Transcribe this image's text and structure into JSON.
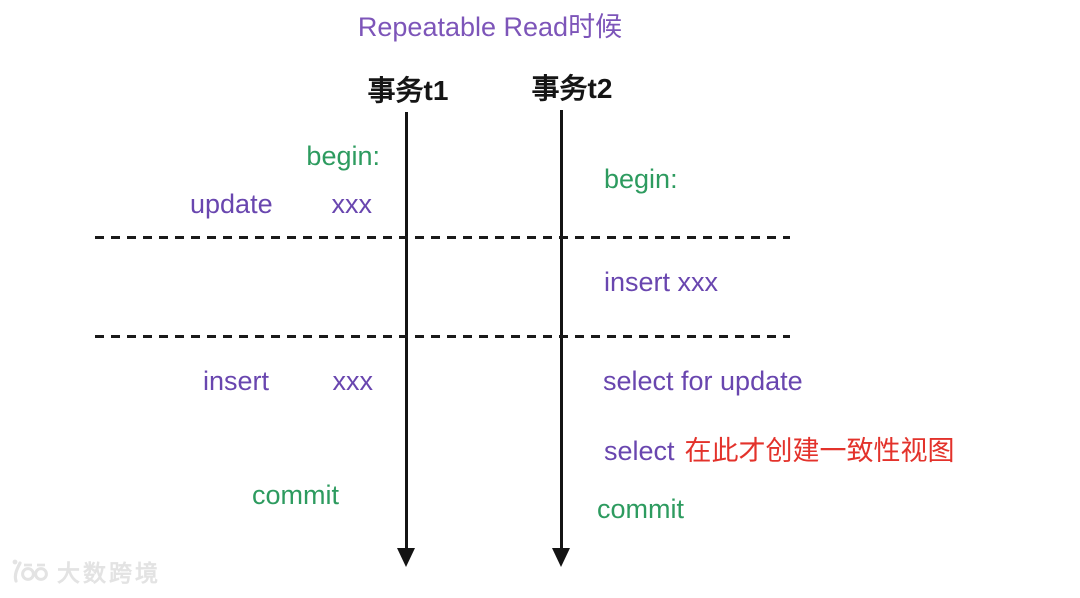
{
  "title": "Repeatable Read时候",
  "timelines": {
    "t1": {
      "header": "事务t1"
    },
    "t2": {
      "header": "事务t2"
    }
  },
  "t1_events": {
    "begin": "begin:",
    "update_keyword": "update",
    "update_arg": "xxx",
    "insert_keyword": "insert",
    "insert_arg": "xxx",
    "commit": "commit"
  },
  "t2_events": {
    "begin": "begin:",
    "insert": "insert xxx",
    "select_for_update": "select for update",
    "select_keyword": "select",
    "select_annotation": "在此才创建一致性视图",
    "commit": "commit"
  },
  "watermark": {
    "brand": "大数跨境"
  },
  "colors": {
    "title_purple": "#7d55b9",
    "statement_purple": "#6946af",
    "begin_commit_green": "#2d9b5f",
    "annotation_red": "#e3322b",
    "line_black": "#141414",
    "watermark_gray": "#e3e3e3"
  }
}
